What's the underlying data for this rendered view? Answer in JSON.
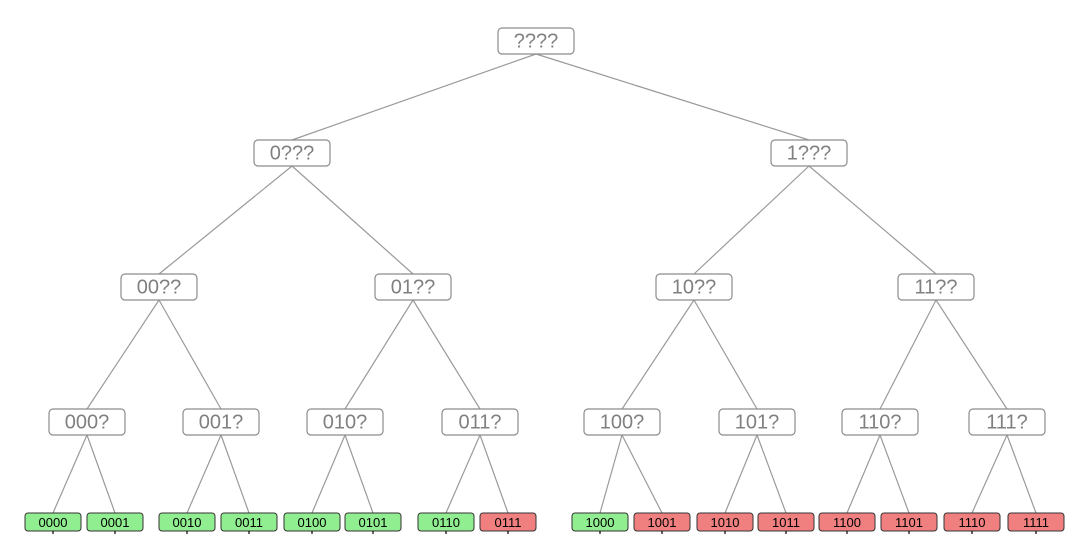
{
  "colors": {
    "edge": "#9a9a9a",
    "node_border": "#8c8c8c",
    "node_text": "#808080",
    "leaf_text": "#000000",
    "leaf_fill_green": "#90ee90",
    "leaf_fill_red": "#f08080"
  },
  "tree": {
    "root": {
      "label": "????"
    },
    "level1": [
      {
        "label": "0???"
      },
      {
        "label": "1???"
      }
    ],
    "level2": [
      {
        "label": "00??"
      },
      {
        "label": "01??"
      },
      {
        "label": "10??"
      },
      {
        "label": "11??"
      }
    ],
    "level3": [
      {
        "label": "000?"
      },
      {
        "label": "001?"
      },
      {
        "label": "010?"
      },
      {
        "label": "011?"
      },
      {
        "label": "100?"
      },
      {
        "label": "101?"
      },
      {
        "label": "110?"
      },
      {
        "label": "111?"
      }
    ],
    "leaves": [
      {
        "label": "0000",
        "status": "green"
      },
      {
        "label": "0001",
        "status": "green"
      },
      {
        "label": "0010",
        "status": "green"
      },
      {
        "label": "0011",
        "status": "green"
      },
      {
        "label": "0100",
        "status": "green"
      },
      {
        "label": "0101",
        "status": "green"
      },
      {
        "label": "0110",
        "status": "green"
      },
      {
        "label": "0111",
        "status": "red"
      },
      {
        "label": "1000",
        "status": "green"
      },
      {
        "label": "1001",
        "status": "red"
      },
      {
        "label": "1010",
        "status": "red"
      },
      {
        "label": "1011",
        "status": "red"
      },
      {
        "label": "1100",
        "status": "red"
      },
      {
        "label": "1101",
        "status": "red"
      },
      {
        "label": "1110",
        "status": "red"
      },
      {
        "label": "1111",
        "status": "red"
      }
    ]
  }
}
